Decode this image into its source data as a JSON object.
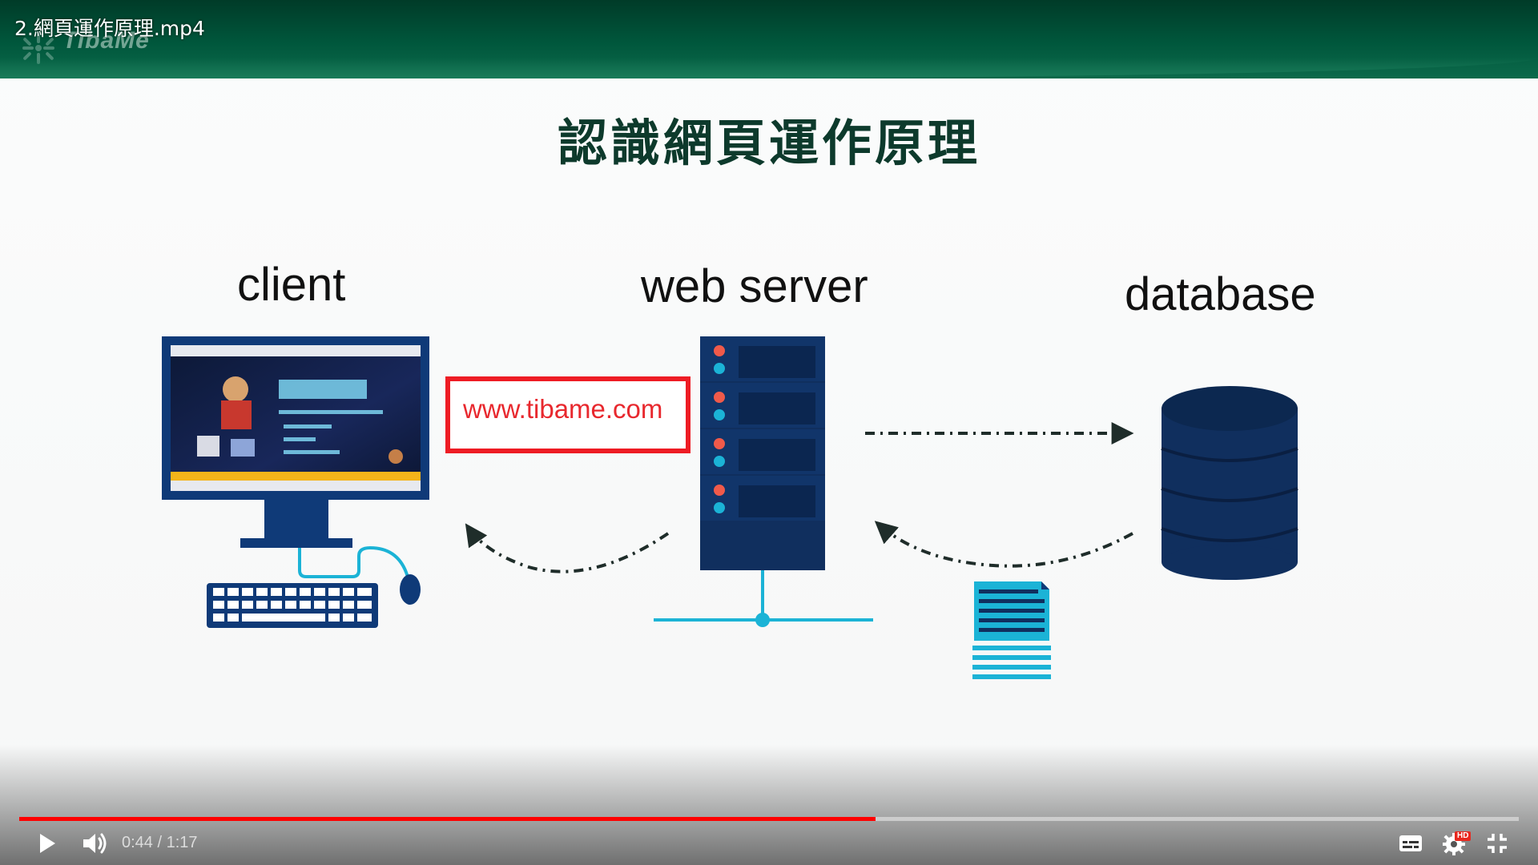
{
  "player": {
    "video_title": "2.網頁運作原理.mp4",
    "current_time": "0:44",
    "time_separator": " / ",
    "duration": "1:17",
    "progress_fraction": 0.571,
    "hd_badge": "HD",
    "accent_color": "#ff0000",
    "icons": {
      "play": "play-icon",
      "volume": "volume-icon",
      "subtitles": "subtitles-icon",
      "settings": "gear-icon",
      "fullscreen": "exit-fullscreen-icon"
    }
  },
  "slide": {
    "title": "認識網頁運作原理",
    "logo_text": "TibaMe",
    "labels": {
      "client": "client",
      "web_server": "web server",
      "database": "database"
    },
    "url": "www.tibame.com",
    "colors": {
      "header_green": "#00573c",
      "navy": "#102f5e",
      "cyan": "#1bb3d6",
      "url_red": "#ee1c24"
    }
  }
}
